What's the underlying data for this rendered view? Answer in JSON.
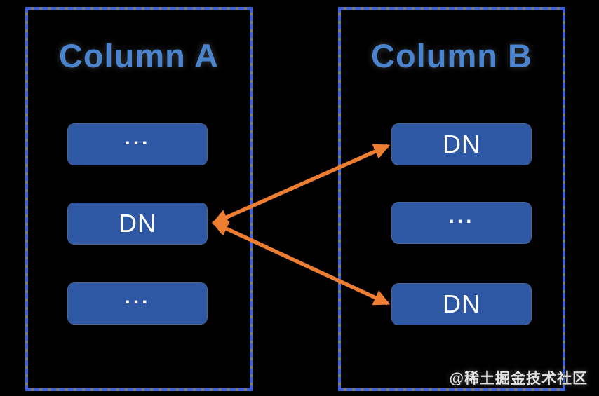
{
  "diagram": {
    "columns": [
      {
        "id": "column-a",
        "title": "Column A",
        "boxes": [
          "...",
          "DN",
          "..."
        ]
      },
      {
        "id": "column-b",
        "title": "Column B",
        "boxes": [
          "DN",
          "...",
          "DN"
        ]
      }
    ],
    "arrows": [
      {
        "from": "Column A / DN",
        "to": "Column B / DN (top)",
        "bidirectional": true
      },
      {
        "from": "Column A / DN",
        "to": "Column B / DN (bottom)",
        "bidirectional": true
      }
    ],
    "watermark": "@稀土掘金技术社区"
  },
  "colors": {
    "background": "#000000",
    "panel_dash": "#3A64D8",
    "panel_base_gray": "#7B7B7B",
    "title_text": "#4A84CE",
    "box_fill": "#2E57A4",
    "box_text": "#FFFFFF",
    "arrow": "#ED7D31",
    "watermark_text": "#E2E2E2"
  }
}
